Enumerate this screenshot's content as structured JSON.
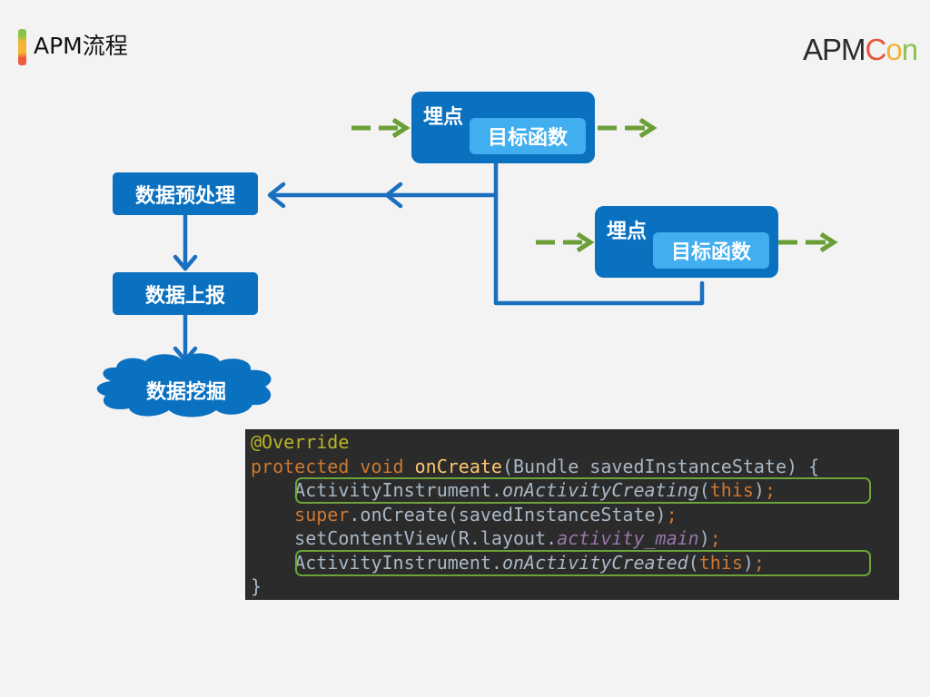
{
  "header": {
    "title": "APM流程",
    "logo": {
      "part1": "APM",
      "part2": [
        "C",
        "o",
        "n"
      ]
    }
  },
  "colors": {
    "box_blue": "#0a70c0",
    "inner_blue": "#41aef0",
    "arrow_green": "#6a9f37",
    "line_blue": "#1a6fc0",
    "code_bg": "#2b2b2b"
  },
  "diagram": {
    "hook_boxes": [
      {
        "label": "埋点",
        "target": "目标函数"
      },
      {
        "label": "埋点",
        "target": "目标函数"
      }
    ],
    "pipeline": [
      {
        "label": "数据预处理"
      },
      {
        "label": "数据上报"
      },
      {
        "label": "数据挖掘",
        "shape": "cloud"
      }
    ]
  },
  "code": {
    "lines": [
      [
        {
          "t": "@Override",
          "c": "ann"
        }
      ],
      [
        {
          "t": "protected ",
          "c": "k"
        },
        {
          "t": "void ",
          "c": "k"
        },
        {
          "t": "onCreate",
          "c": "fnm"
        },
        {
          "t": "(Bundle savedInstanceState) {",
          "c": ""
        }
      ],
      [
        {
          "t": "    ActivityInstrument.",
          "c": ""
        },
        {
          "t": "onActivityCreating",
          "c": "it"
        },
        {
          "t": "(",
          "c": ""
        },
        {
          "t": "this",
          "c": "k"
        },
        {
          "t": ")",
          "c": ""
        },
        {
          "t": ";",
          "c": "k"
        }
      ],
      [
        {
          "t": "    ",
          "c": ""
        },
        {
          "t": "super",
          "c": "k"
        },
        {
          "t": ".onCreate(savedInstanceState)",
          "c": ""
        },
        {
          "t": ";",
          "c": "k"
        }
      ],
      [
        {
          "t": "    setContentView(R.layout.",
          "c": ""
        },
        {
          "t": "activity_main",
          "c": "pur"
        },
        {
          "t": ")",
          "c": ""
        },
        {
          "t": ";",
          "c": "k"
        }
      ],
      [
        {
          "t": "    ActivityInstrument.",
          "c": ""
        },
        {
          "t": "onActivityCreated",
          "c": "it"
        },
        {
          "t": "(",
          "c": ""
        },
        {
          "t": "this",
          "c": "k"
        },
        {
          "t": ")",
          "c": ""
        },
        {
          "t": ";",
          "c": "k"
        }
      ],
      [
        {
          "t": "}",
          "c": ""
        }
      ]
    ],
    "highlighted_lines": [
      2,
      5
    ]
  }
}
